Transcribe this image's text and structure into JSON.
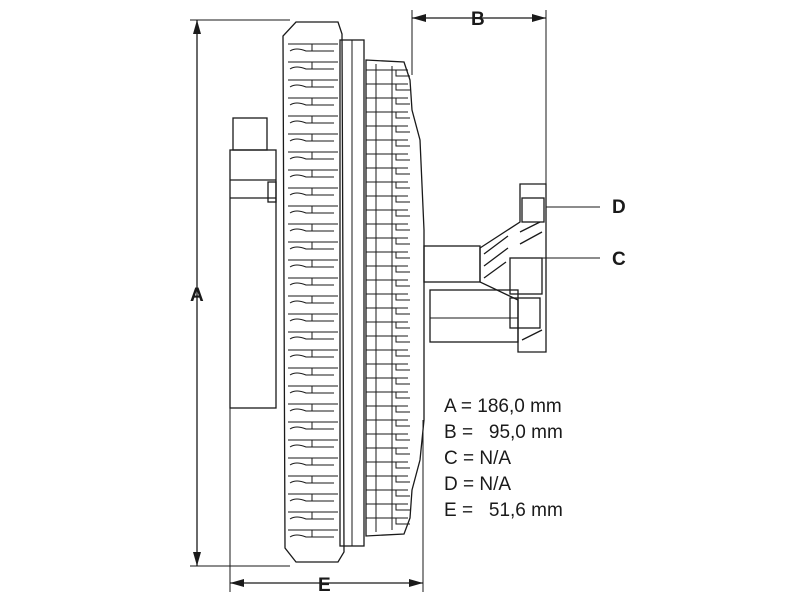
{
  "labels": {
    "a": "A",
    "b": "B",
    "c": "C",
    "d": "D",
    "e": "E"
  },
  "specs": [
    "A = 186,0 mm",
    "B =   95,0 mm",
    "C = N/A",
    "D = N/A",
    "E =   51,6 mm"
  ],
  "colors": {
    "line": "#1a1a1a",
    "background": "#ffffff"
  }
}
